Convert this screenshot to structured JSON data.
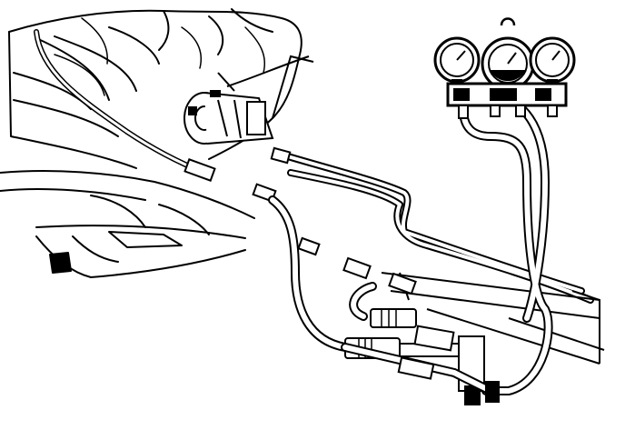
{
  "illustration": {
    "kind": "line-drawing",
    "colors": {
      "ink": "#000000",
      "paper": "#ffffff"
    },
    "parts": [
      {
        "id": "gauge-left",
        "icon": "pressure-gauge-icon"
      },
      {
        "id": "gauge-center",
        "icon": "pressure-gauge-icon"
      },
      {
        "id": "gauge-right",
        "icon": "pressure-gauge-icon"
      },
      {
        "id": "manifold-block",
        "icon": "valve-manifold-icon"
      },
      {
        "id": "fuel-filter",
        "icon": "canister-icon"
      },
      {
        "id": "fuel-tank",
        "icon": "tank-icon"
      }
    ]
  }
}
